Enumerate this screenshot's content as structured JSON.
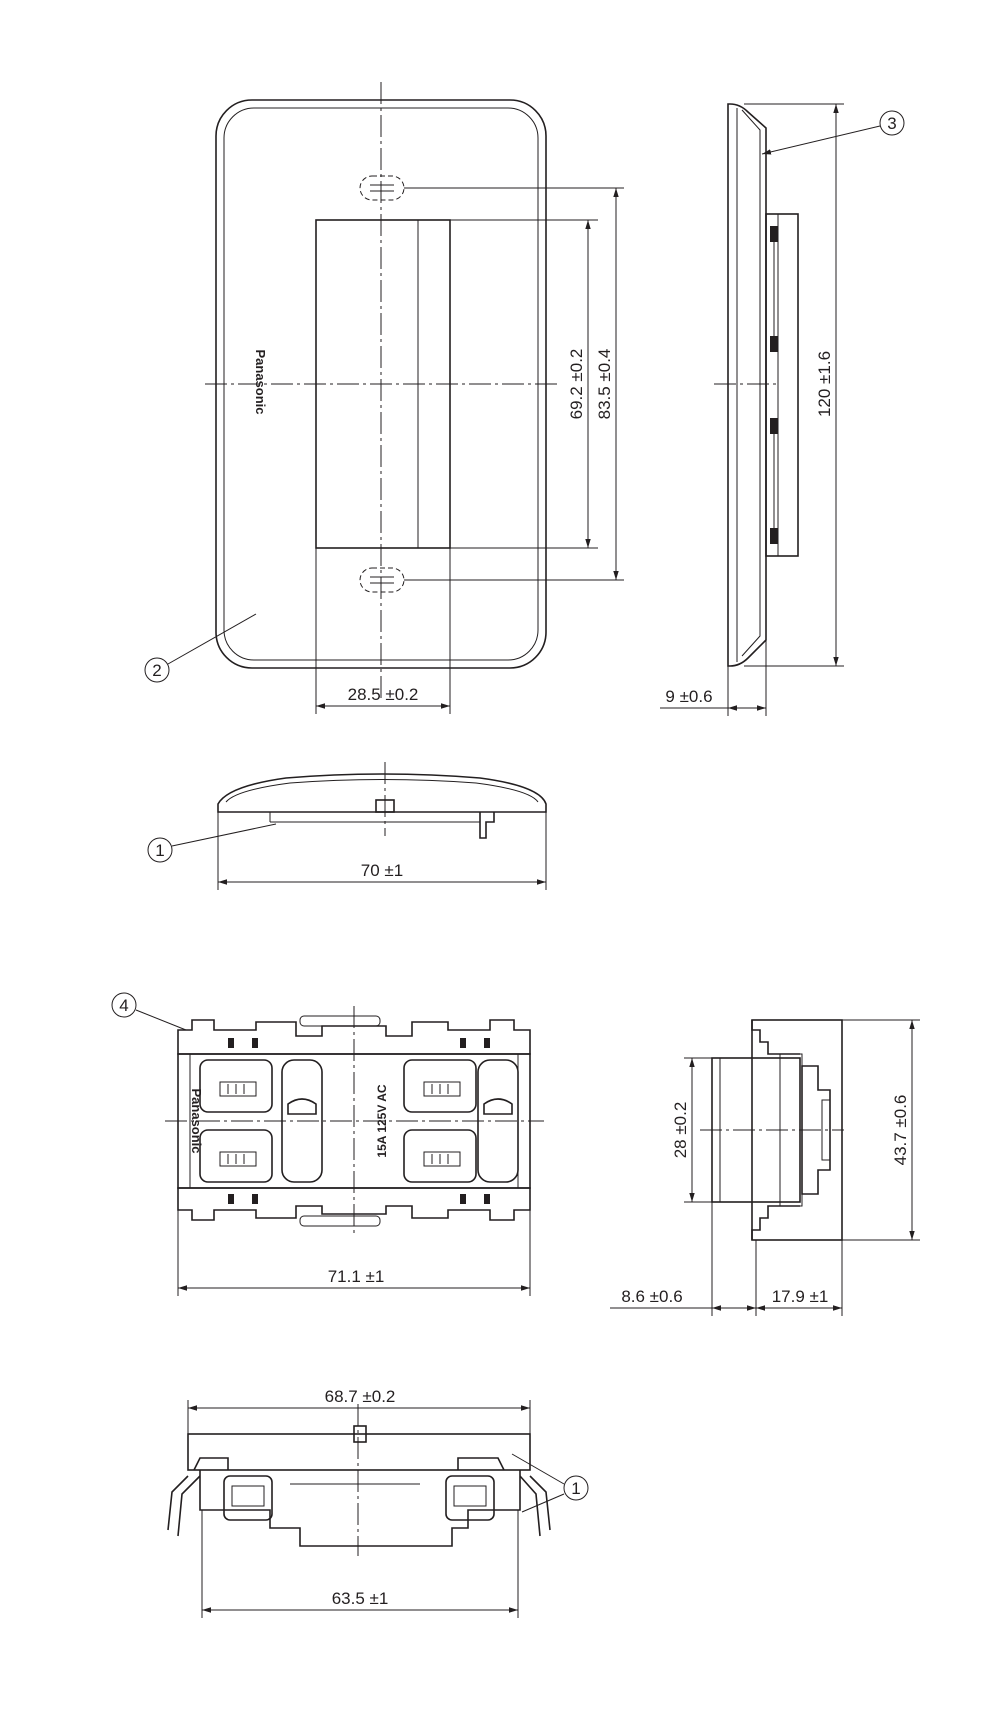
{
  "brand": "Panasonic",
  "rating": "15A 125V AC",
  "callouts": {
    "c1": "1",
    "c2": "2",
    "c3": "3",
    "c4": "4"
  },
  "dimensions": {
    "plate_opening_width": "28.5 ±0.2",
    "plate_opening_height": "69.2 ±0.2",
    "plate_hole_pitch": "83.5 ±0.4",
    "plate_height": "120 ±1.6",
    "plate_depth": "9 ±0.6",
    "plate_width": "70 ±1",
    "outlet_frame_width": "71.1 ±1",
    "outlet_face_height": "28 ±0.2",
    "outlet_frame_height": "43.7 ±0.6",
    "outlet_face_depth": "8.6 ±0.6",
    "outlet_body_depth": "17.9 ±1",
    "outlet_top_width": "68.7 ±0.2",
    "outlet_bottom_width": "63.5 ±1"
  }
}
